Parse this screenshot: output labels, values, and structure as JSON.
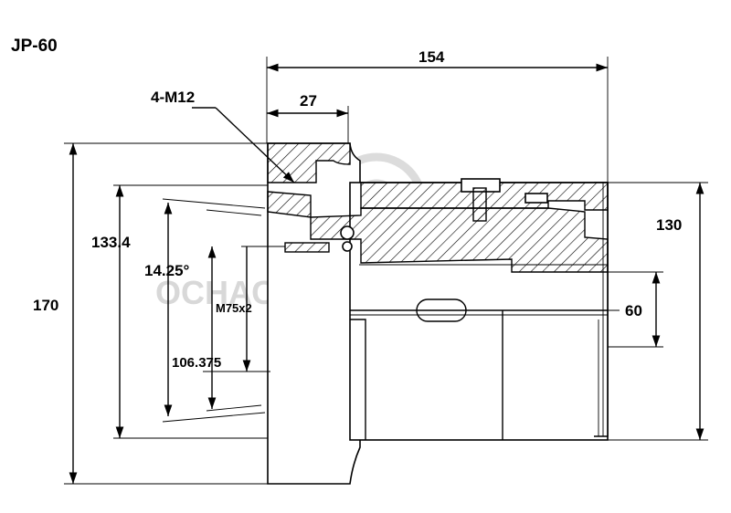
{
  "title": "JP-60",
  "watermark": "ОСНАСТКА И СТАНКИ",
  "dimensions": {
    "overall_length": "154",
    "flange_width": "27",
    "thread_holes": "4-M12",
    "outer_diameter": "170",
    "pitch_diameter": "133.4",
    "taper_angle": "14.25°",
    "thread": "M75x2",
    "inner_diameter": "106.375",
    "right_diameter": "130",
    "bore": "60"
  }
}
